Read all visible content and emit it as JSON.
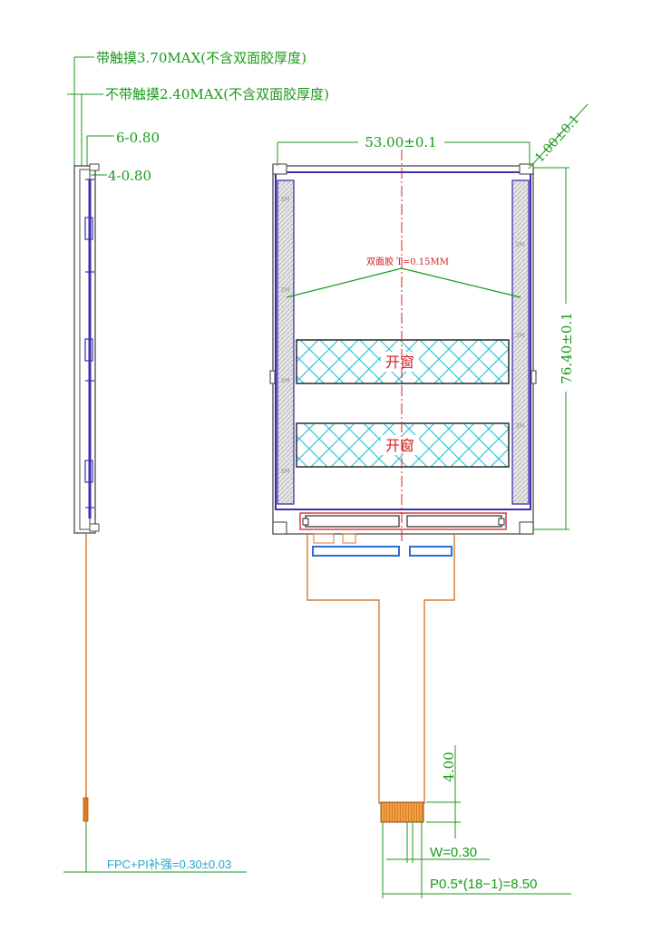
{
  "side_view": {
    "thickness_with_touch": "带触摸3.70MAX(不含双面胶厚度)",
    "thickness_without_touch": "不带触摸2.40MAX(不含双面胶厚度)",
    "dim_6": "6-0.80",
    "dim_4": "4-0.80",
    "fpc_stiffener": "FPC+PI补强=0.30±0.03"
  },
  "front_view": {
    "width_dim": "53.00±0.1",
    "height_dim": "76.40±0.1",
    "corner_dim": "1.00±0.1",
    "adhesive_label": "双面胶 T=0.15MM",
    "window_label_1": "开窗",
    "window_label_2": "开窗",
    "adhesive_text": "3M"
  },
  "fpc": {
    "tail_length": "4.00",
    "pin_width": "W=0.30",
    "pitch": "P0.5*(18−1)=8.50"
  },
  "colors": {
    "outline": "#4a4a4a",
    "panel": "#3b2fb0",
    "dimension": "#1a9a1a",
    "centerline": "#d42020",
    "fpc": "#d97a30",
    "window_hatch": "#30c8d8",
    "stiffener_fill": "#e07a20",
    "connector": "#2a6fd4"
  }
}
